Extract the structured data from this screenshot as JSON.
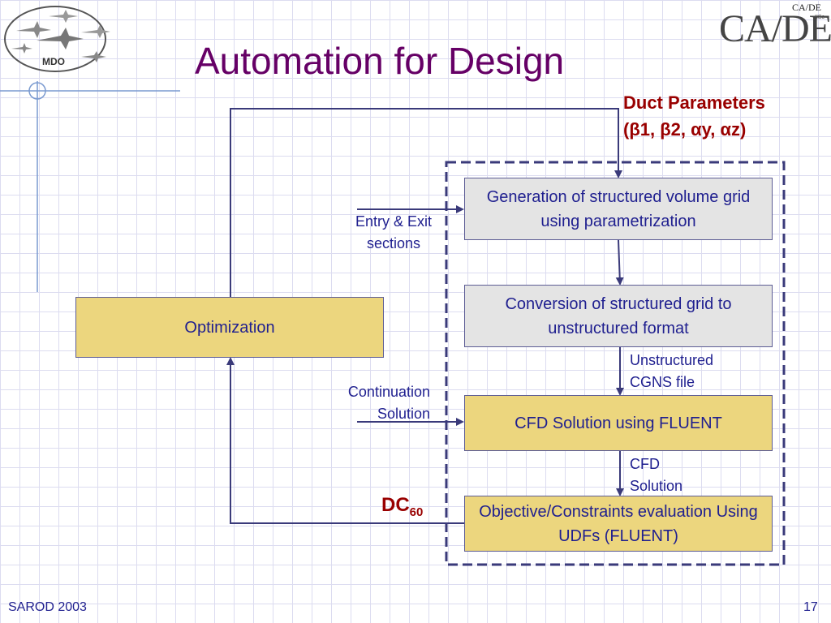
{
  "header": {
    "title": "Automation for Design",
    "left_logo_text": "MDO",
    "right_logo_text": "CA/DE",
    "right_logo_small": "CA/DE",
    "right_logo_tiny": "IISc"
  },
  "diagram": {
    "boxes": {
      "grid_generation": "Generation of structured volume grid using parametrization",
      "conversion": "Conversion of structured grid to unstructured format",
      "cfd_solution": "CFD Solution using FLUENT",
      "objective_eval": "Objective/Constraints evaluation Using UDFs (FLUENT)",
      "optimization": "Optimization"
    },
    "labels": {
      "duct_title": "Duct Parameters",
      "duct_params": "(β1, β2, αy, αz)",
      "entry_exit": "Entry & Exit sections",
      "unstructured": "Unstructured CGNS file",
      "continuation": "Continuation Solution",
      "cfd_output": "CFD Solution",
      "dc_base": "DC",
      "dc_sub": "60"
    }
  },
  "footer": {
    "left": "SAROD 2003",
    "page": "17"
  },
  "colors": {
    "title": "#660066",
    "box_text": "#1f1f8f",
    "highlight": "#990000",
    "box_gray": "#e4e4e4",
    "box_yellow": "#ecd67e",
    "line": "#3a3a7a"
  }
}
